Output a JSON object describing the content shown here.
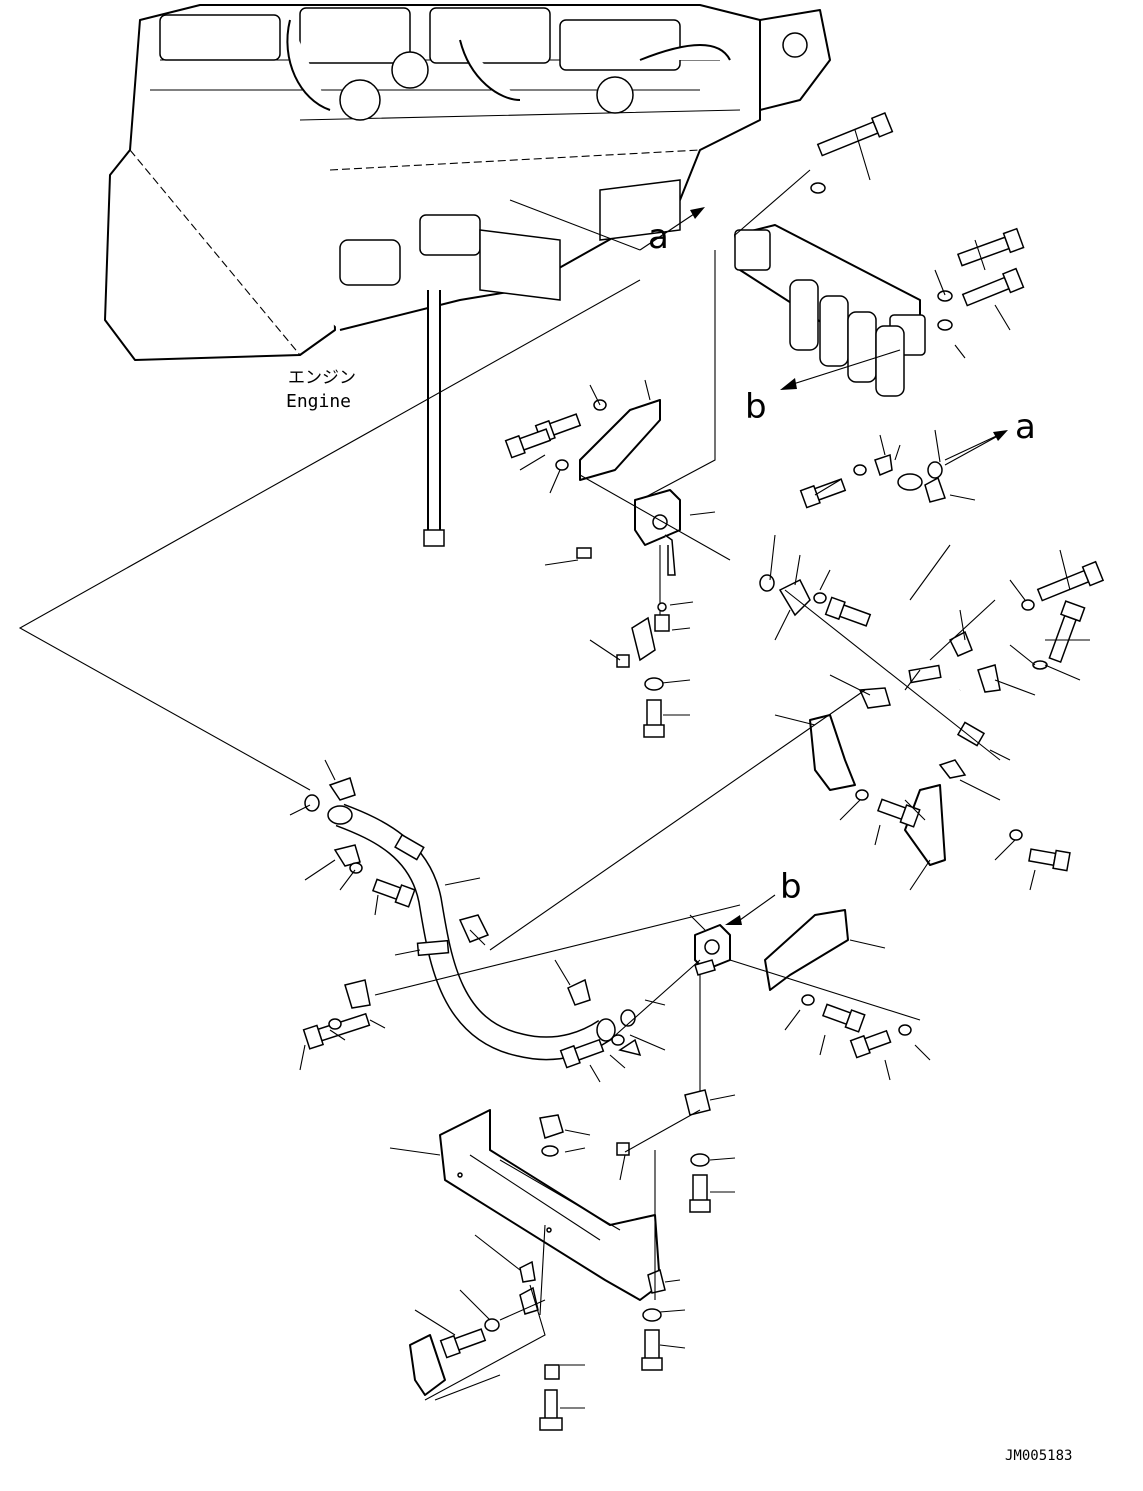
{
  "labels": {
    "engine_jp": "エンジン",
    "engine_en": "Engine",
    "arrow_a_top": "a",
    "arrow_a_right": "a",
    "arrow_b_top": "b",
    "arrow_b_bottom": "b",
    "drawing_code": "JM005183"
  },
  "colors": {
    "ink": "#000000",
    "paper": "#ffffff"
  }
}
